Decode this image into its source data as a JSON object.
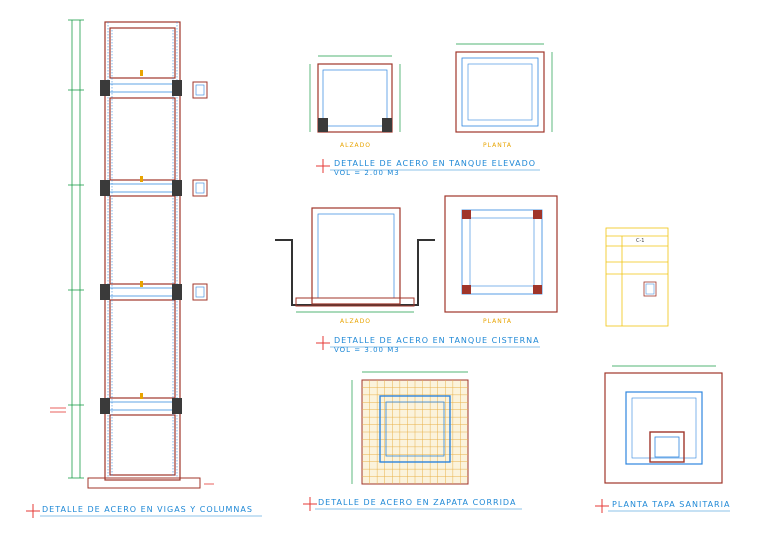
{
  "titles": {
    "vigas_columnas": "DETALLE DE ACERO EN VIGAS Y COLUMNAS",
    "tanque_elevado": "DETALLE DE ACERO EN TANQUE ELEVADO",
    "tanque_elevado_vol": "VOL = 2.00 M3",
    "tanque_cisterna": "DETALLE DE ACERO EN TANQUE CISTERNA",
    "tanque_cisterna_vol": "VOL = 3.00 M3",
    "zapata": "DETALLE DE ACERO EN ZAPATA CORRIDA",
    "tapa": "PLANTA TAPA SANITARIA"
  },
  "views": {
    "elevado_alzado": "ALZADO",
    "elevado_planta": "PLANTA",
    "cisterna_alzado": "ALZADO",
    "cisterna_planta": "PLANTA"
  },
  "table": {
    "header": "",
    "value": "C-1"
  },
  "colors": {
    "concrete": "#a0352a",
    "rebar": "#2e86de",
    "dimension": "#1a9c48",
    "title": "#1e88d6",
    "view_label": "#e8a400",
    "marker": "#e53935",
    "column_fill": "#3a3a3a",
    "table_border": "#f1c40f"
  }
}
